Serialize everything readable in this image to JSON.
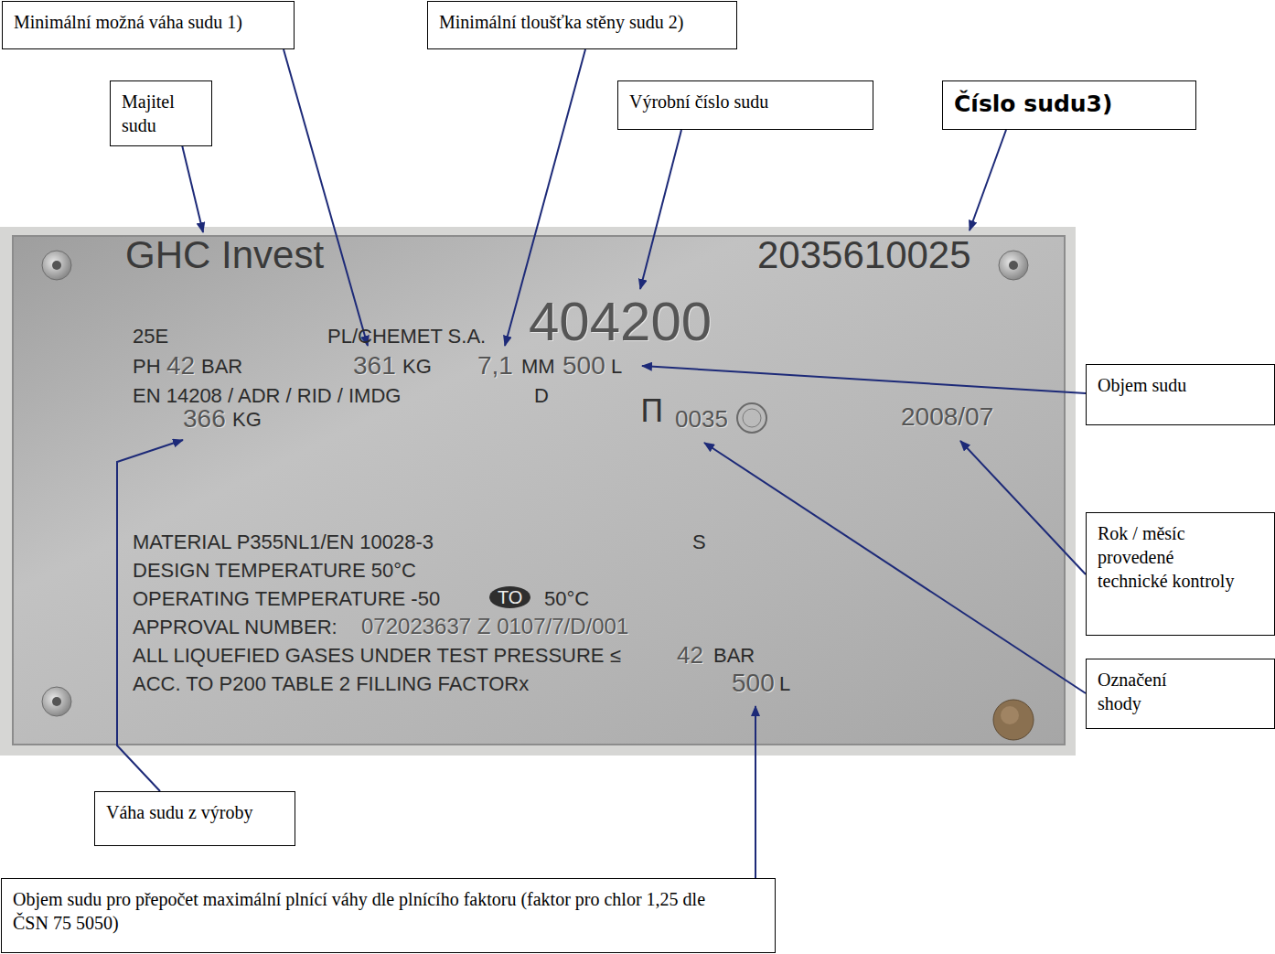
{
  "diagram": {
    "nodes": [
      {
        "text": [
          "Minimální možná váha sudu 1)"
        ]
      },
      {
        "text": [
          "Minimální tloušťka stěny sudu 2)"
        ]
      },
      {
        "text": [
          "Majitel sudu"
        ]
      },
      {
        "text": [
          "Výrobní číslo sudu"
        ]
      },
      {
        "text": [
          "Číslo sudu3)"
        ]
      },
      {
        "text": [
          "Objem sudu"
        ]
      },
      {
        "text": [
          "Rok / měsíc provedené technické kontroly"
        ]
      },
      {
        "text": [
          "Označení shody"
        ]
      },
      {
        "text": [
          "Váha sudu z výroby"
        ]
      },
      {
        "text": [
          "Objem sudu pro přepočet maximální plnící váhy dle plnícího faktoru (faktor pro chlor 1,25 dle ČSN 75 5050)"
        ]
      }
    ],
    "labels": [
      "GHC Invest",
      "2035610025",
      "25E",
      "PL/CHEMET S.A.",
      "404200",
      "PH",
      "42",
      "BAR",
      "361",
      "KG",
      "7,1",
      "MM",
      "500",
      "L",
      "EN 14208 / ADR / RID / IMDG",
      "D",
      "366",
      "KG",
      "Π",
      "0035",
      "2008/07",
      "MATERIAL P355NL1/EN 10028-3",
      "S",
      "DESIGN TEMPERATURE 50°C",
      "OPERATING TEMPERATURE -50",
      "TO",
      "50°C",
      "APPROVAL NUMBER:",
      "072023637 Z 0107/7/D/001",
      "ALL LIQUEFIED GASES UNDER TEST PRESSURE ≤",
      "42",
      "BAR",
      "ACC. TO P200 TABLE 2 FILLING FACTORx",
      "500",
      "L"
    ]
  }
}
